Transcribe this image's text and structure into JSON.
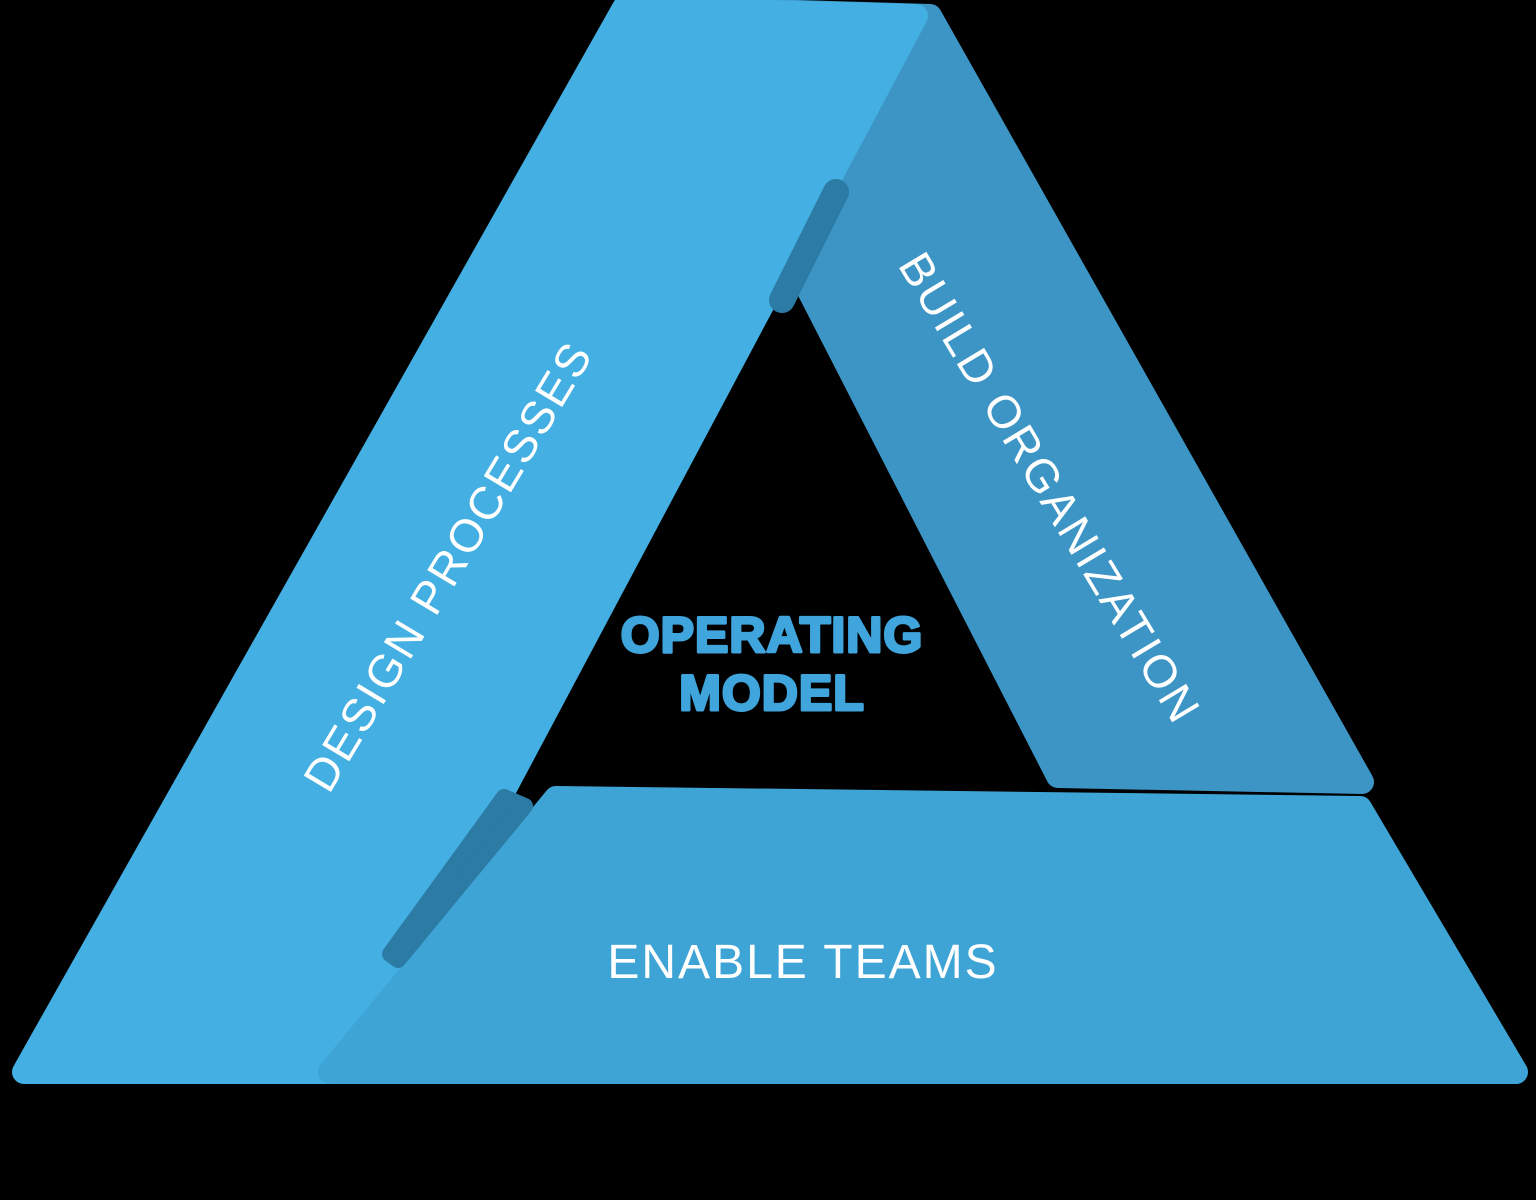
{
  "diagram": {
    "center_title": {
      "line1": "OPERATING",
      "line2": "MODEL"
    },
    "bands": [
      {
        "id": "design-processes",
        "label": "DESIGN PROCESSES"
      },
      {
        "id": "build-organization",
        "label": "BUILD ORGANIZATION"
      },
      {
        "id": "enable-teams",
        "label": "ENABLE TEAMS"
      }
    ],
    "colors": {
      "background": "#000000",
      "band_left": "#44AFE2",
      "band_right": "#3D95C5",
      "band_bottom": "#3EA4D6",
      "shadow_wedge": "#2C7BA4",
      "band_label_text": "#FFFFFF",
      "center_title_text": "#3FA5DC"
    }
  }
}
